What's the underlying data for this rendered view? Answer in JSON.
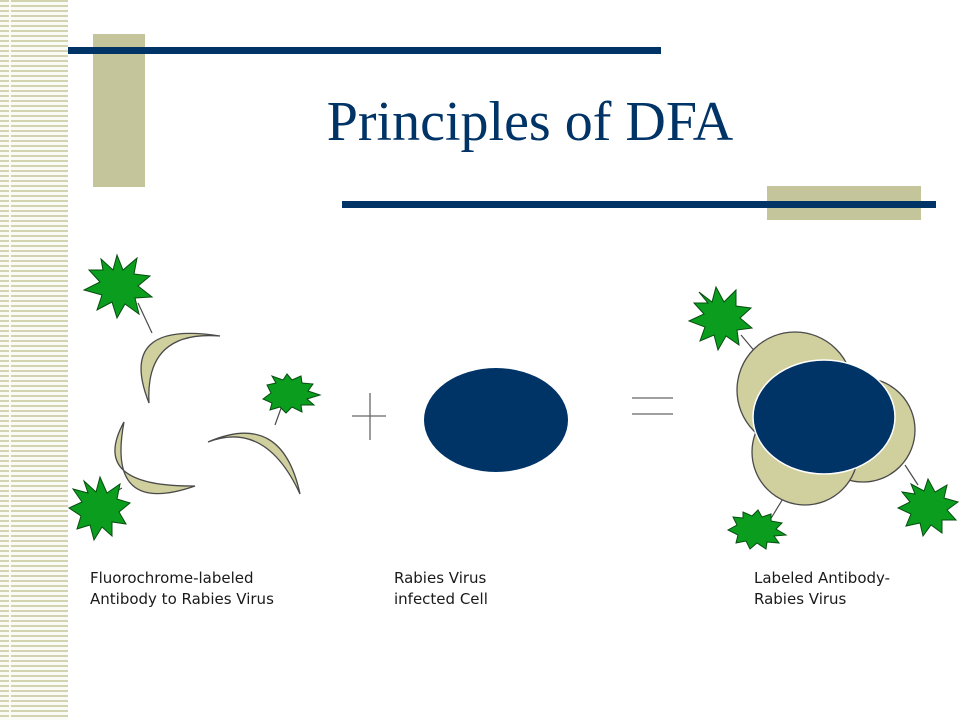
{
  "slide": {
    "title": "Principles of DFA"
  },
  "colors": {
    "title": "#003366",
    "rule": "#003366",
    "accent": "#c5c59c",
    "stripes": "#d3d3b2",
    "antibody": "#d0cf9e",
    "fluorochrome": "#0b9e1e",
    "cell": "#003366"
  },
  "captions": {
    "antibody": {
      "line1": "Fluorochrome-labeled",
      "line2": "Antibody to Rabies Virus"
    },
    "cell": {
      "line1": "Rabies Virus",
      "line2": "infected Cell"
    },
    "result": {
      "line1": "Labeled Antibody-",
      "line2": "Rabies Virus"
    }
  },
  "operators": {
    "plus": "plus-sign",
    "equals": "equals-sign"
  }
}
